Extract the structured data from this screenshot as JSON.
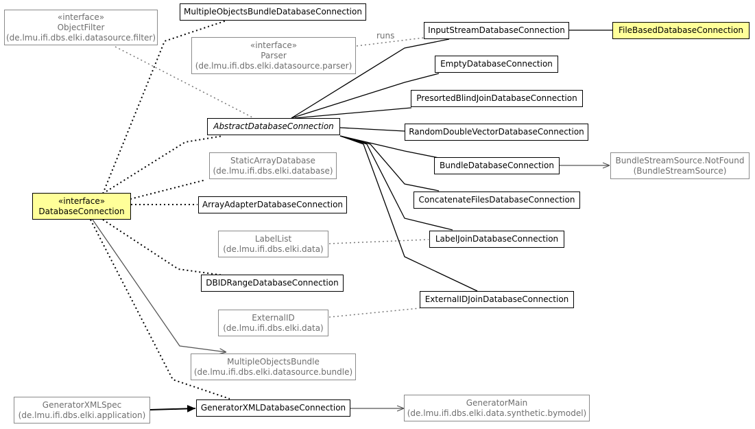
{
  "nodes": {
    "object_filter": {
      "stereotype": "«interface»",
      "name": "ObjectFilter",
      "package": "(de.lmu.ifi.dbs.elki.datasource.filter)"
    },
    "multiple_objects_bundle_db_conn": {
      "name": "MultipleObjectsBundleDatabaseConnection"
    },
    "parser": {
      "stereotype": "«interface»",
      "name": "Parser",
      "package": "(de.lmu.ifi.dbs.elki.datasource.parser)"
    },
    "input_stream_db_conn": {
      "name": "InputStreamDatabaseConnection"
    },
    "file_based_db_conn": {
      "name": "FileBasedDatabaseConnection"
    },
    "empty_db_conn": {
      "name": "EmptyDatabaseConnection"
    },
    "presorted_blind_join_db_conn": {
      "name": "PresortedBlindJoinDatabaseConnection"
    },
    "abstract_db_conn": {
      "name": "AbstractDatabaseConnection"
    },
    "random_double_vector_db_conn": {
      "name": "RandomDoubleVectorDatabaseConnection"
    },
    "static_array_database": {
      "name": "StaticArrayDatabase",
      "package": "(de.lmu.ifi.dbs.elki.database)"
    },
    "bundle_db_conn": {
      "name": "BundleDatabaseConnection"
    },
    "bundle_stream_source_not_found": {
      "name": "BundleStreamSource.NotFound",
      "package": "(BundleStreamSource)"
    },
    "database_connection": {
      "stereotype": "«interface»",
      "name": "DatabaseConnection"
    },
    "concatenate_files_db_conn": {
      "name": "ConcatenateFilesDatabaseConnection"
    },
    "array_adapter_db_conn": {
      "name": "ArrayAdapterDatabaseConnection"
    },
    "label_list": {
      "name": "LabelList",
      "package": "(de.lmu.ifi.dbs.elki.data)"
    },
    "label_join_db_conn": {
      "name": "LabelJoinDatabaseConnection"
    },
    "dbid_range_db_conn": {
      "name": "DBIDRangeDatabaseConnection"
    },
    "external_id_join_db_conn": {
      "name": "ExternalIDJoinDatabaseConnection"
    },
    "external_id": {
      "name": "ExternalID",
      "package": "(de.lmu.ifi.dbs.elki.data)"
    },
    "multiple_objects_bundle": {
      "name": "MultipleObjectsBundle",
      "package": "(de.lmu.ifi.dbs.elki.datasource.bundle)"
    },
    "generator_xml_spec": {
      "name": "GeneratorXMLSpec",
      "package": "(de.lmu.ifi.dbs.elki.application)"
    },
    "generator_xml_db_conn": {
      "name": "GeneratorXMLDatabaseConnection"
    },
    "generator_main": {
      "name": "GeneratorMain",
      "package": "(de.lmu.ifi.dbs.elki.data.synthetic.bymodel)"
    }
  },
  "edge_labels": {
    "runs": "runs"
  },
  "colors": {
    "highlight": "#ffff99",
    "external_border": "#8a8a8a",
    "external_text": "#6e6e6e",
    "line": "#000000"
  }
}
